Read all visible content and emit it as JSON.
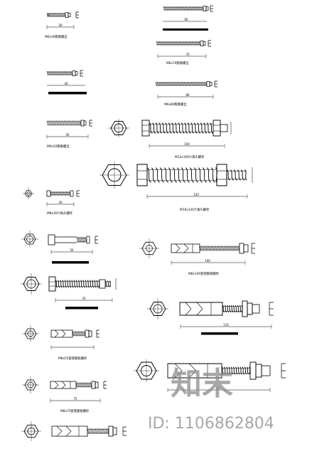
{
  "bolts": [
    {
      "caption": "M6x30膨胀螺丝",
      "dimension": "30"
    },
    {
      "caption": "",
      "dimension": "60"
    },
    {
      "caption": "M6x70膨胀螺丝",
      "dimension": "70"
    },
    {
      "caption": "",
      "dimension": "40"
    },
    {
      "caption": "M6x80膨胀螺丝",
      "dimension": "80"
    },
    {
      "caption": "M6x50膨胀螺丝",
      "dimension": "50"
    },
    {
      "caption": "M12x100六角头螺栓",
      "dimension": "100"
    },
    {
      "caption": "M16x120六角头螺栓",
      "dimension": "120"
    },
    {
      "caption": "M8x30六角头螺栓",
      "dimension": "30"
    },
    {
      "caption": "",
      "dimension": "50"
    },
    {
      "caption": "M8x100套管膨胀螺栓",
      "dimension": "100"
    },
    {
      "caption": "",
      "dimension": "70"
    },
    {
      "caption": "",
      "dimension": "110"
    },
    {
      "caption": "M8x55套管膨胀螺栓",
      "dimension": ""
    },
    {
      "caption": "",
      "dimension": "120"
    },
    {
      "caption": "M8x75套管膨胀螺栓",
      "dimension": "75"
    },
    {
      "caption": "",
      "dimension": ""
    }
  ],
  "watermark": {
    "logo_text": "知末",
    "id_text": "ID: 1106862804"
  }
}
